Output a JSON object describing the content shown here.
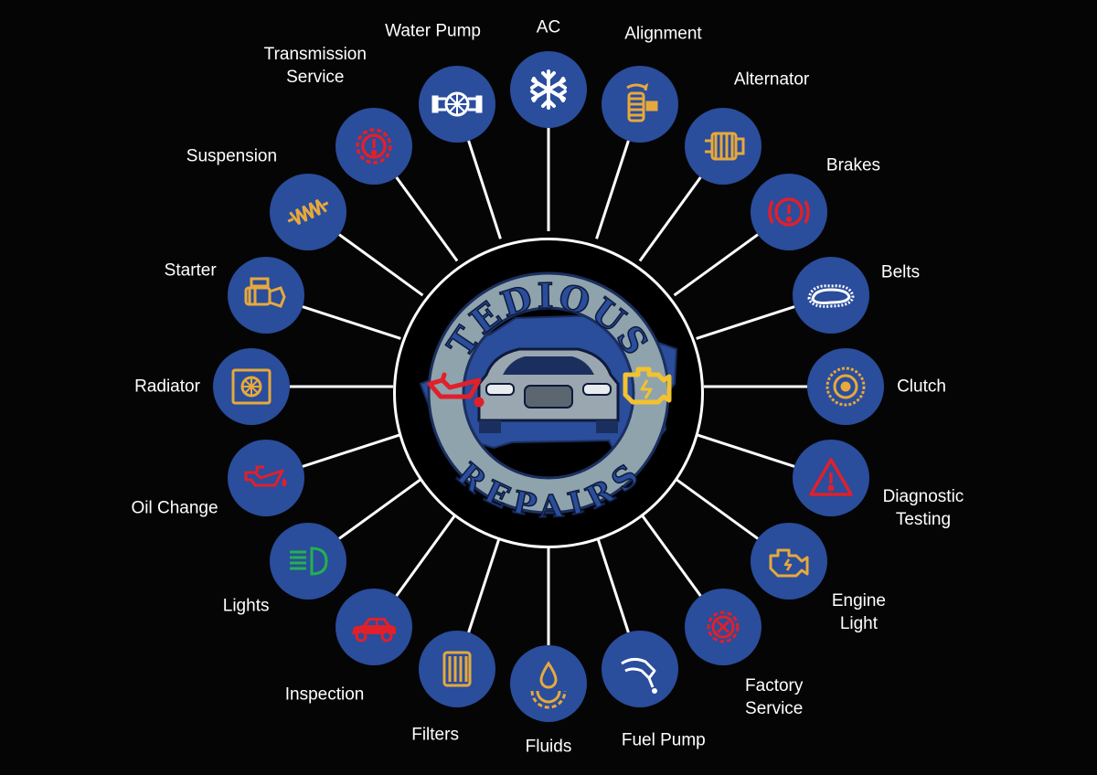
{
  "logo": {
    "name": "Tedious Repairs",
    "top_text": "TEDIOUS",
    "bottom_text": "REPAIRS"
  },
  "colors": {
    "background": "#050505",
    "circle": "#2a4d9c",
    "icon_gold": "#e6a93b",
    "icon_red": "#e0202a",
    "icon_green": "#22b24c",
    "hub_ring": "#ffffff",
    "badge": "#8fa3ad"
  },
  "services": [
    {
      "id": "ac",
      "label": [
        "AC"
      ],
      "icon": "snowflake-icon",
      "color": "#ffffff"
    },
    {
      "id": "alignment",
      "label": [
        "Alignment"
      ],
      "icon": "tire-alignment-icon",
      "color": "#e6a93b"
    },
    {
      "id": "alternator",
      "label": [
        "Alternator"
      ],
      "icon": "alternator-icon",
      "color": "#e6a93b"
    },
    {
      "id": "brakes",
      "label": [
        "Brakes"
      ],
      "icon": "brake-warning-icon",
      "color": "#e0202a"
    },
    {
      "id": "belts",
      "label": [
        "Belts"
      ],
      "icon": "belt-icon",
      "color": "#ffffff"
    },
    {
      "id": "clutch",
      "label": [
        "Clutch"
      ],
      "icon": "clutch-disc-icon",
      "color": "#e6a93b"
    },
    {
      "id": "diagnostic",
      "label": [
        "Diagnostic",
        "Testing"
      ],
      "icon": "warning-triangle-icon",
      "color": "#e0202a"
    },
    {
      "id": "engine-light",
      "label": [
        "Engine",
        "Light"
      ],
      "icon": "check-engine-icon",
      "color": "#e6a93b"
    },
    {
      "id": "factory",
      "label": [
        "Factory",
        "Service"
      ],
      "icon": "gear-wrench-icon",
      "color": "#e0202a"
    },
    {
      "id": "fuel-pump",
      "label": [
        "Fuel Pump"
      ],
      "icon": "fuel-nozzle-icon",
      "color": "#ffffff"
    },
    {
      "id": "fluids",
      "label": [
        "Fluids"
      ],
      "icon": "fluid-drop-gear-icon",
      "color": "#e6a93b"
    },
    {
      "id": "filters",
      "label": [
        "Filters"
      ],
      "icon": "air-filter-icon",
      "color": "#e6a93b"
    },
    {
      "id": "inspection",
      "label": [
        "Inspection"
      ],
      "icon": "car-icon",
      "color": "#e0202a"
    },
    {
      "id": "lights",
      "label": [
        "Lights"
      ],
      "icon": "headlight-icon",
      "color": "#22b24c"
    },
    {
      "id": "oil-change",
      "label": [
        "Oil Change"
      ],
      "icon": "oil-can-icon",
      "color": "#e0202a"
    },
    {
      "id": "radiator",
      "label": [
        "Radiator"
      ],
      "icon": "radiator-fan-icon",
      "color": "#e6a93b"
    },
    {
      "id": "starter",
      "label": [
        "Starter"
      ],
      "icon": "starter-motor-icon",
      "color": "#e6a93b"
    },
    {
      "id": "suspension",
      "label": [
        "Suspension"
      ],
      "icon": "coil-spring-icon",
      "color": "#e6a93b"
    },
    {
      "id": "transmission",
      "label": [
        "Transmission",
        "Service"
      ],
      "icon": "transmission-warning-icon",
      "color": "#e0202a"
    },
    {
      "id": "water-pump",
      "label": [
        "Water Pump"
      ],
      "icon": "water-pump-icon",
      "color": "#ffffff"
    }
  ]
}
